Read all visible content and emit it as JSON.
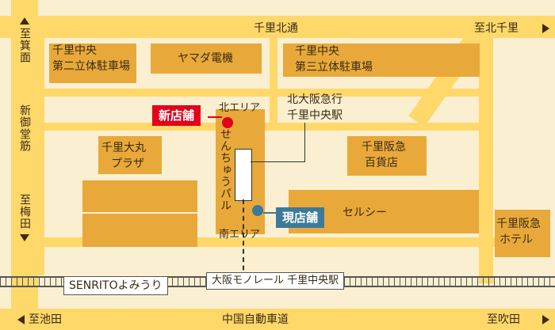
{
  "roads": {
    "top": "千里北通",
    "to_kita_senri": "至北千里",
    "left_top": "至箕面",
    "left_mid": "新御堂筋",
    "left_bottom": "至梅田",
    "bottom": "中国自動車道",
    "to_ikeda": "至池田",
    "to_suita": "至吹田"
  },
  "buildings": {
    "parking2": [
      "千里中央",
      "第二立体駐車場"
    ],
    "yamada": "ヤマダ電機",
    "parking3": [
      "千里中央",
      "第三立体駐車場"
    ],
    "daimaru": [
      "千里大丸",
      "プラザ"
    ],
    "hankyu_dept": [
      "千里阪急",
      "百貨店"
    ],
    "selcy": "セルシー",
    "hankyu_hotel": [
      "千里阪急",
      "ホテル"
    ],
    "sennichupal": "せんちゅうパル",
    "kita_area": "北エリア",
    "minami_area": "南エリア",
    "station": [
      "北大阪急行",
      "千里中央駅"
    ],
    "monorail": "大阪モノレール 千里中央駅",
    "senrito": "SENRITOよみうり"
  },
  "markers": {
    "new_store": "新店舗",
    "current_store": "現店舗"
  },
  "colors": {
    "background": "#fbefd1",
    "road": "#ffd86a",
    "building": "#e8a93a",
    "new_store": "#e2001a",
    "current_store": "#3b7a9a"
  }
}
